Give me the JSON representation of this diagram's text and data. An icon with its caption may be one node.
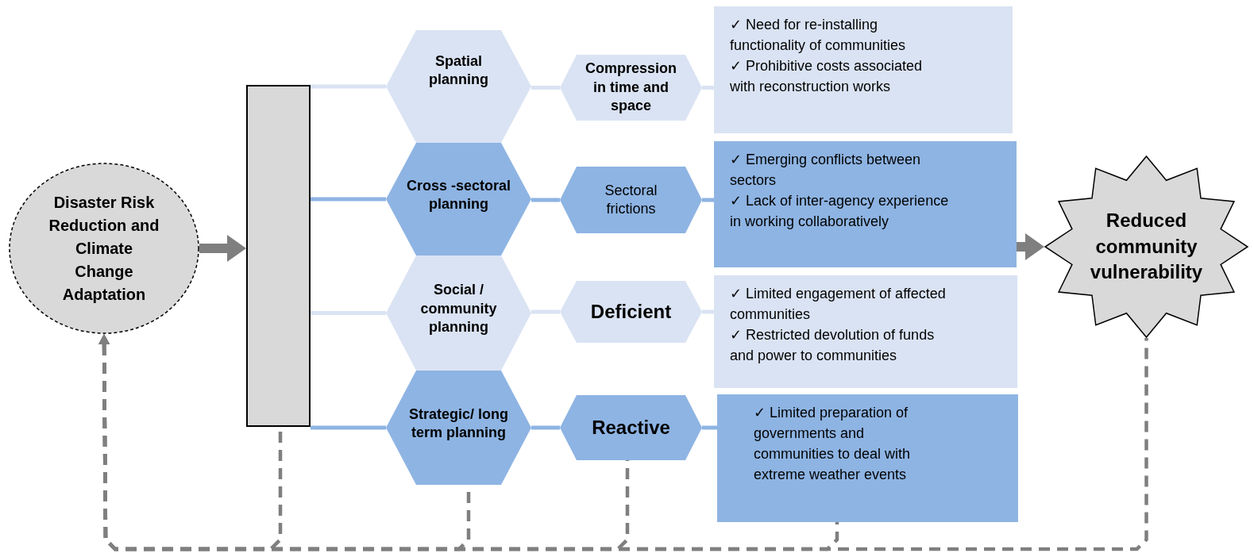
{
  "diagram": {
    "nodes": [
      {
        "text": [
          "Disaster Risk Reduction and Climate Change Adaptation"
        ]
      },
      {
        "text": [],
        "shape": "box"
      },
      {
        "text": [
          "Spatial planning"
        ]
      },
      {
        "text": [
          "Compression in time and space"
        ]
      },
      {
        "text": [
          "✓ Need for re-installing functionality of communities",
          "✓ Prohibitive costs associated with reconstruction works"
        ]
      },
      {
        "text": [
          "Cross -sectoral planning"
        ]
      },
      {
        "text": [
          "Sectoral frictions"
        ]
      },
      {
        "text": [
          "✓ Emerging conflicts between sectors",
          "✓ Lack of inter-agency experience in working collaboratively"
        ]
      },
      {
        "text": [
          "Social / community planning"
        ]
      },
      {
        "text": [
          "Deficient"
        ]
      },
      {
        "text": [
          "✓ Limited engagement of affected communities",
          "✓ Restricted devolution of funds and power to communities"
        ]
      },
      {
        "text": [
          "Strategic/ long term planning"
        ]
      },
      {
        "text": [
          "Reactive"
        ]
      },
      {
        "text": [
          "✓ Limited preparation of governments and communities to deal with extreme weather events"
        ]
      },
      {
        "text": [
          "Reduced community vulnerability"
        ]
      }
    ],
    "edges": [
      {
        "from": 0,
        "to": 1,
        "arrow": "to",
        "style": "thick"
      },
      {
        "from": 1,
        "to": 2,
        "arrow": "none",
        "color": "#dae3f3"
      },
      {
        "from": 2,
        "to": 3,
        "arrow": "none",
        "color": "#dae3f3"
      },
      {
        "from": 3,
        "to": 4,
        "arrow": "none",
        "color": "#dae3f3"
      },
      {
        "from": 1,
        "to": 5,
        "arrow": "none",
        "color": "#8eb4e3"
      },
      {
        "from": 5,
        "to": 6,
        "arrow": "none",
        "color": "#8eb4e3"
      },
      {
        "from": 6,
        "to": 7,
        "arrow": "none",
        "color": "#8eb4e3"
      },
      {
        "from": 1,
        "to": 8,
        "arrow": "none",
        "color": "#dae3f3"
      },
      {
        "from": 8,
        "to": 9,
        "arrow": "none",
        "color": "#dae3f3"
      },
      {
        "from": 9,
        "to": 10,
        "arrow": "none",
        "color": "#dae3f3"
      },
      {
        "from": 1,
        "to": 11,
        "arrow": "none",
        "color": "#8eb4e3"
      },
      {
        "from": 11,
        "to": 12,
        "arrow": "none",
        "color": "#8eb4e3"
      },
      {
        "from": 12,
        "to": 13,
        "arrow": "none",
        "color": "#8eb4e3"
      },
      {
        "from": 7,
        "to": 14,
        "arrow": "to",
        "style": "thick"
      },
      {
        "from": 14,
        "to": 0,
        "arrow": "to",
        "style": "dashed"
      },
      {
        "from": 1,
        "to": 0,
        "arrow": "to",
        "style": "dashed"
      },
      {
        "from": 11,
        "to": 0,
        "arrow": "to",
        "style": "dashed"
      },
      {
        "from": 12,
        "to": 0,
        "arrow": "to",
        "style": "dashed"
      },
      {
        "from": 13,
        "to": 0,
        "arrow": "to",
        "style": "dashed"
      }
    ]
  }
}
